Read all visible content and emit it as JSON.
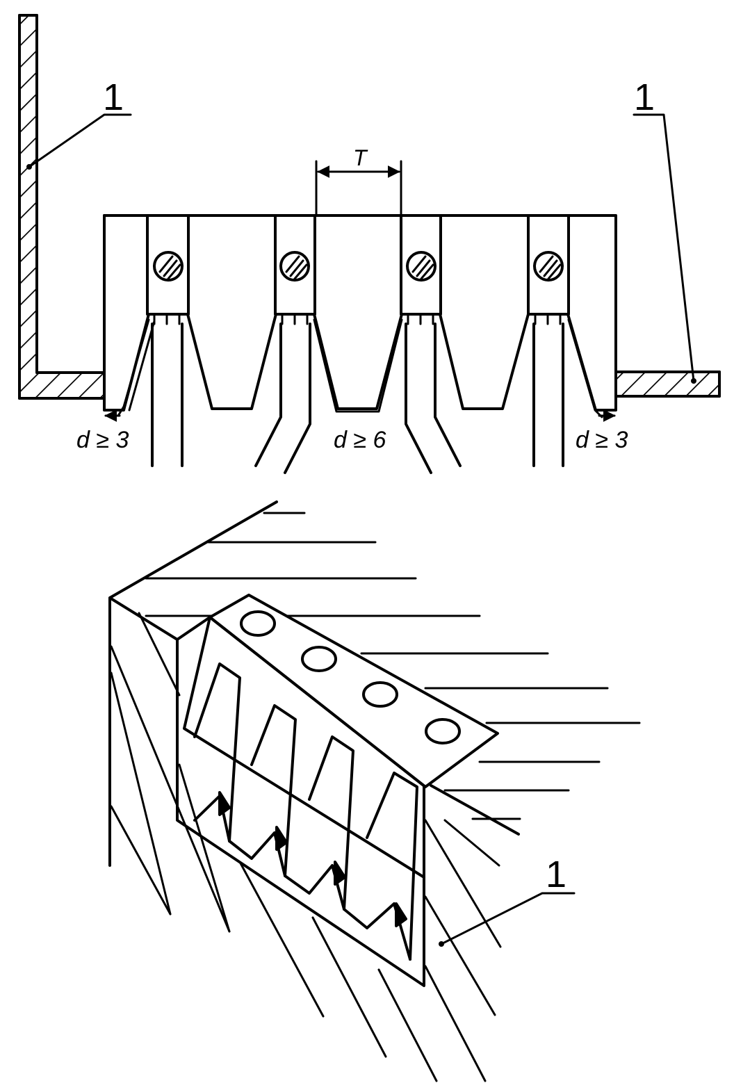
{
  "labels": {
    "part_top_left": "1",
    "part_top_right": "1",
    "part_bottom": "1",
    "pitch": "T",
    "clearance_left": "d ≥ 3",
    "clearance_middle": "d ≥ 6",
    "clearance_right": "d ≥ 3"
  },
  "icons": {
    "terminal_screw": "hatched-circle",
    "clearance_arrow": "arrow"
  },
  "terminal_count": 4
}
